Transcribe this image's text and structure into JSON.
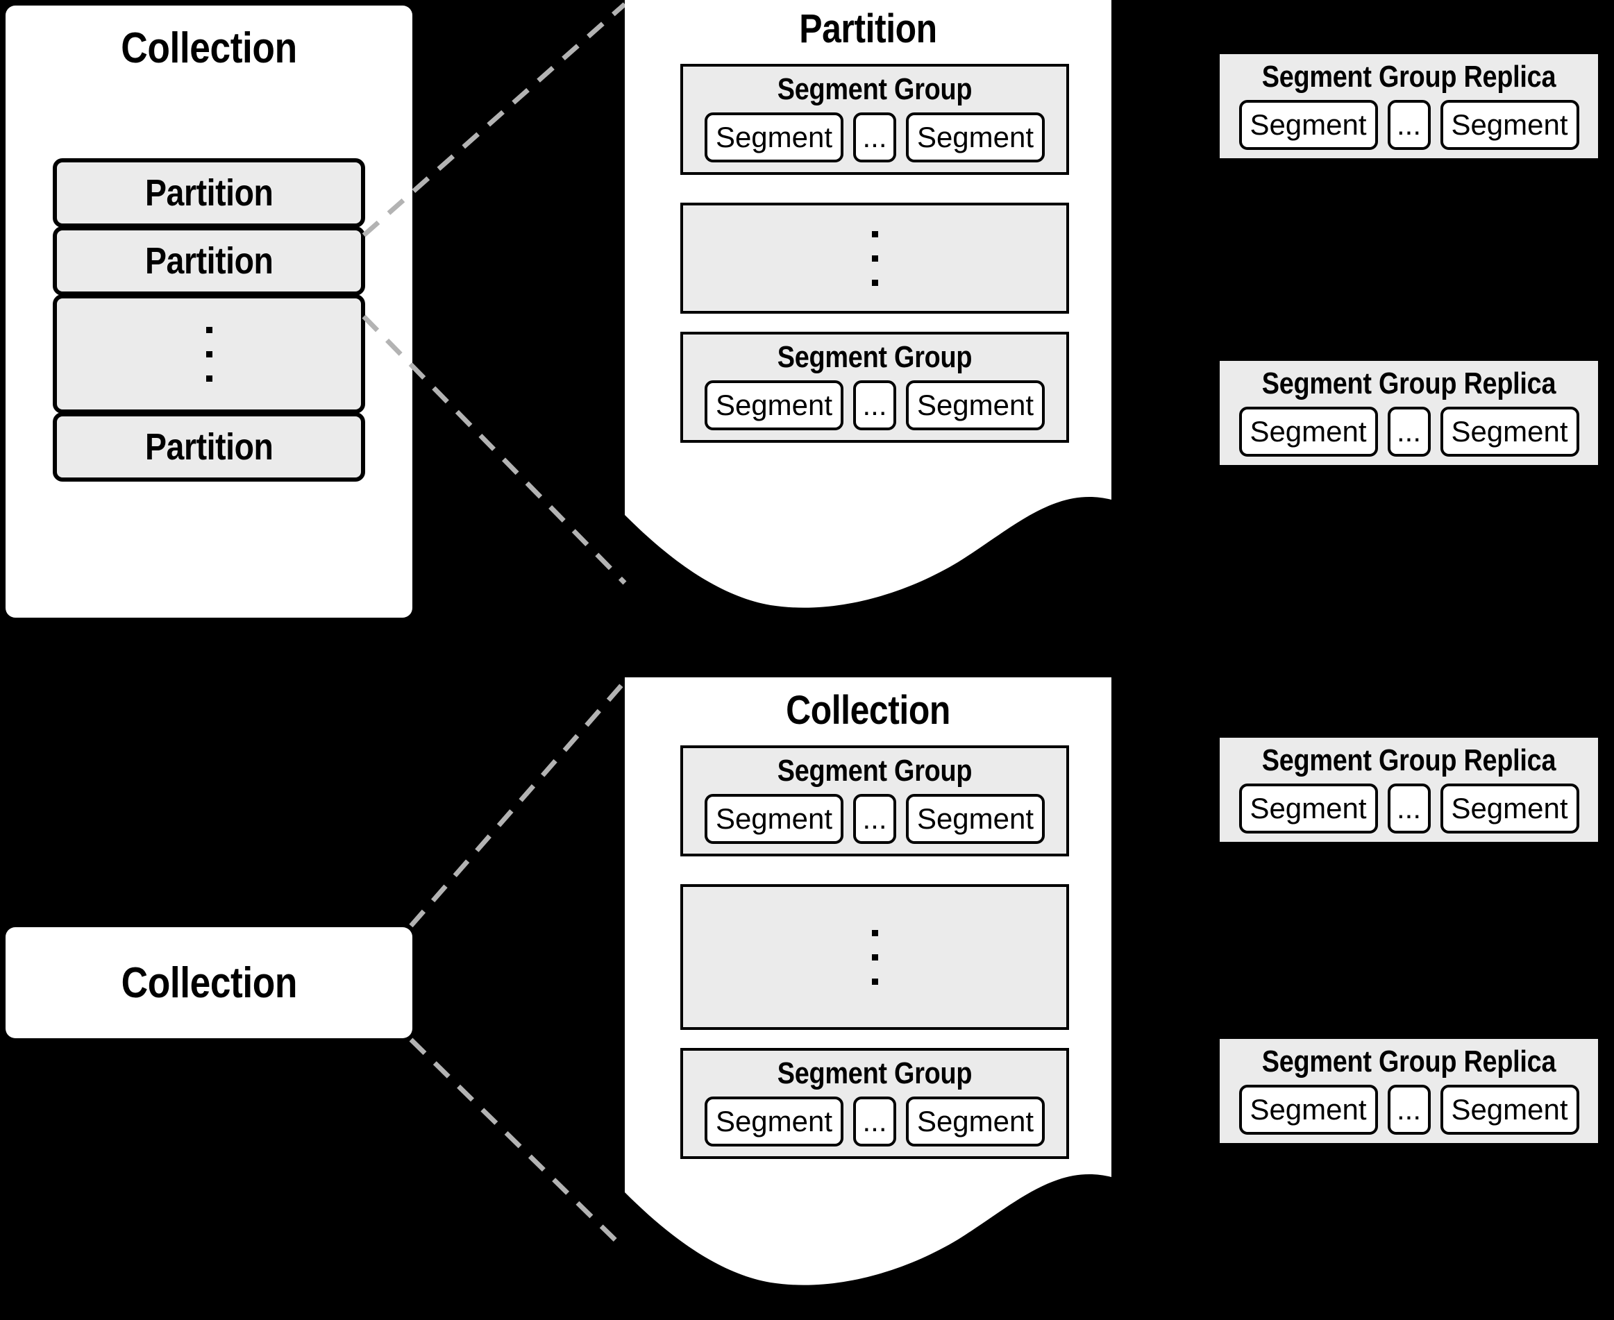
{
  "meta": {
    "background_color": "#000000",
    "panel_color": "#ffffff",
    "box_fill_color": "#ebebeb",
    "stroke_color": "#000000",
    "connector_color": "#b3b3b3"
  },
  "labels": {
    "collection": "Collection",
    "partition": "Partition",
    "segment_group": "Segment Group",
    "segment_group_replica": "Segment Group Replica",
    "segment": "Segment",
    "ellipsis": "..."
  },
  "top_left_card": {
    "title": "Collection",
    "rows": [
      {
        "type": "label",
        "text": "Partition"
      },
      {
        "type": "label",
        "text": "Partition"
      },
      {
        "type": "vdots",
        "text": ""
      },
      {
        "type": "label",
        "text": "Partition"
      }
    ]
  },
  "bottom_left_card": {
    "title": "Collection"
  },
  "top_panel": {
    "title": "Partition",
    "groups": [
      {
        "type": "group",
        "title": "Segment Group",
        "items": [
          "Segment",
          "...",
          "Segment"
        ]
      },
      {
        "type": "vdots"
      },
      {
        "type": "group",
        "title": "Segment Group",
        "items": [
          "Segment",
          "...",
          "Segment"
        ]
      }
    ]
  },
  "bottom_panel": {
    "title": "Collection",
    "groups": [
      {
        "type": "group",
        "title": "Segment Group",
        "items": [
          "Segment",
          "...",
          "Segment"
        ]
      },
      {
        "type": "vdots"
      },
      {
        "type": "group",
        "title": "Segment Group",
        "items": [
          "Segment",
          "...",
          "Segment"
        ]
      }
    ]
  },
  "replicas": [
    {
      "title": "Segment Group Replica",
      "items": [
        "Segment",
        "...",
        "Segment"
      ]
    },
    {
      "title": "Segment Group Replica",
      "items": [
        "Segment",
        "...",
        "Segment"
      ]
    },
    {
      "title": "Segment Group Replica",
      "items": [
        "Segment",
        "...",
        "Segment"
      ]
    },
    {
      "title": "Segment Group Replica",
      "items": [
        "Segment",
        "...",
        "Segment"
      ]
    }
  ]
}
